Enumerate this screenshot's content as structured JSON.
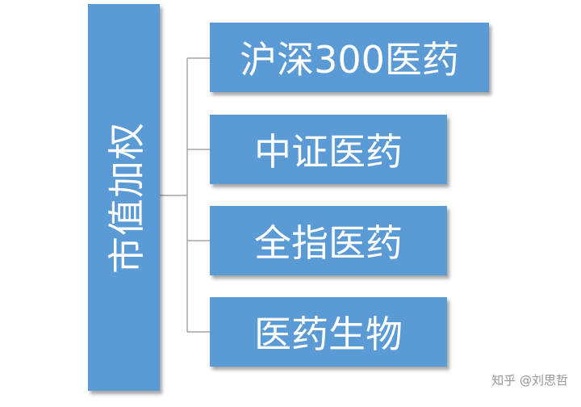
{
  "diagram": {
    "root": {
      "label": "市值加权"
    },
    "children": [
      {
        "label": "沪深300医药"
      },
      {
        "label": "中证医药"
      },
      {
        "label": "全指医药"
      },
      {
        "label": "医药生物"
      }
    ],
    "colors": {
      "box_fill": "#5b9bd5",
      "text": "#ffffff",
      "connector": "#a5a5a5"
    }
  },
  "watermark": {
    "text": "知乎 @刘思哲"
  }
}
